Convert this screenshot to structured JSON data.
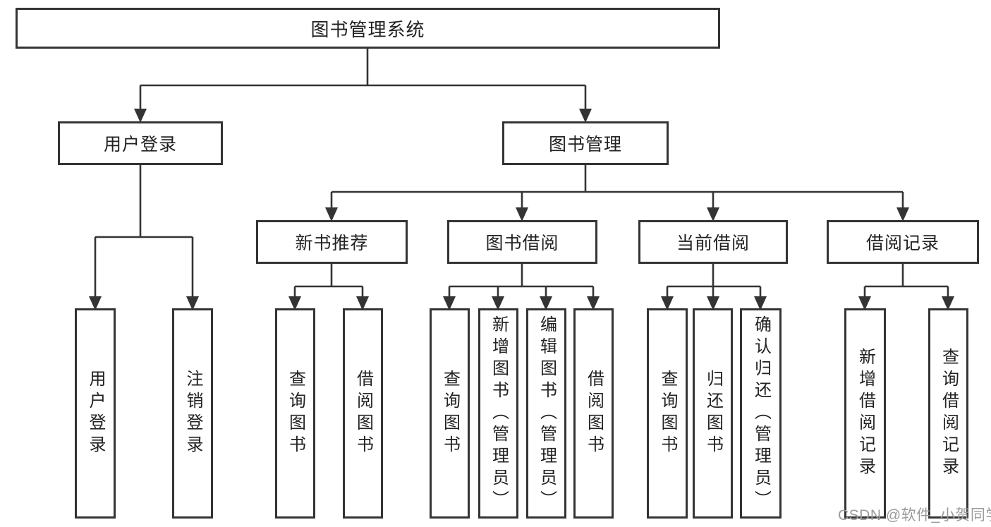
{
  "colors": {
    "line": "#343434",
    "text": "#222222",
    "bg": "#ffffff",
    "watermark": "#9a9a9a"
  },
  "watermark": "CSDN @软件_小贺同学",
  "tree": {
    "label": "图书管理系统",
    "children": [
      {
        "label": "用户登录",
        "children": [
          {
            "label": "用户登录"
          },
          {
            "label": "注销登录"
          }
        ]
      },
      {
        "label": "图书管理",
        "children": [
          {
            "label": "新书推荐",
            "children": [
              {
                "label": "查询图书"
              },
              {
                "label": "借阅图书"
              }
            ]
          },
          {
            "label": "图书借阅",
            "children": [
              {
                "label": "查询图书"
              },
              {
                "label": "新增图书（管理员）"
              },
              {
                "label": "编辑图书（管理员）"
              },
              {
                "label": "借阅图书"
              }
            ]
          },
          {
            "label": "当前借阅",
            "children": [
              {
                "label": "查询图书"
              },
              {
                "label": "归还图书"
              },
              {
                "label": "确认归还（管理员）"
              }
            ]
          },
          {
            "label": "借阅记录",
            "children": [
              {
                "label": "新增借阅记录"
              },
              {
                "label": "查询借阅记录"
              }
            ]
          }
        ]
      }
    ]
  }
}
